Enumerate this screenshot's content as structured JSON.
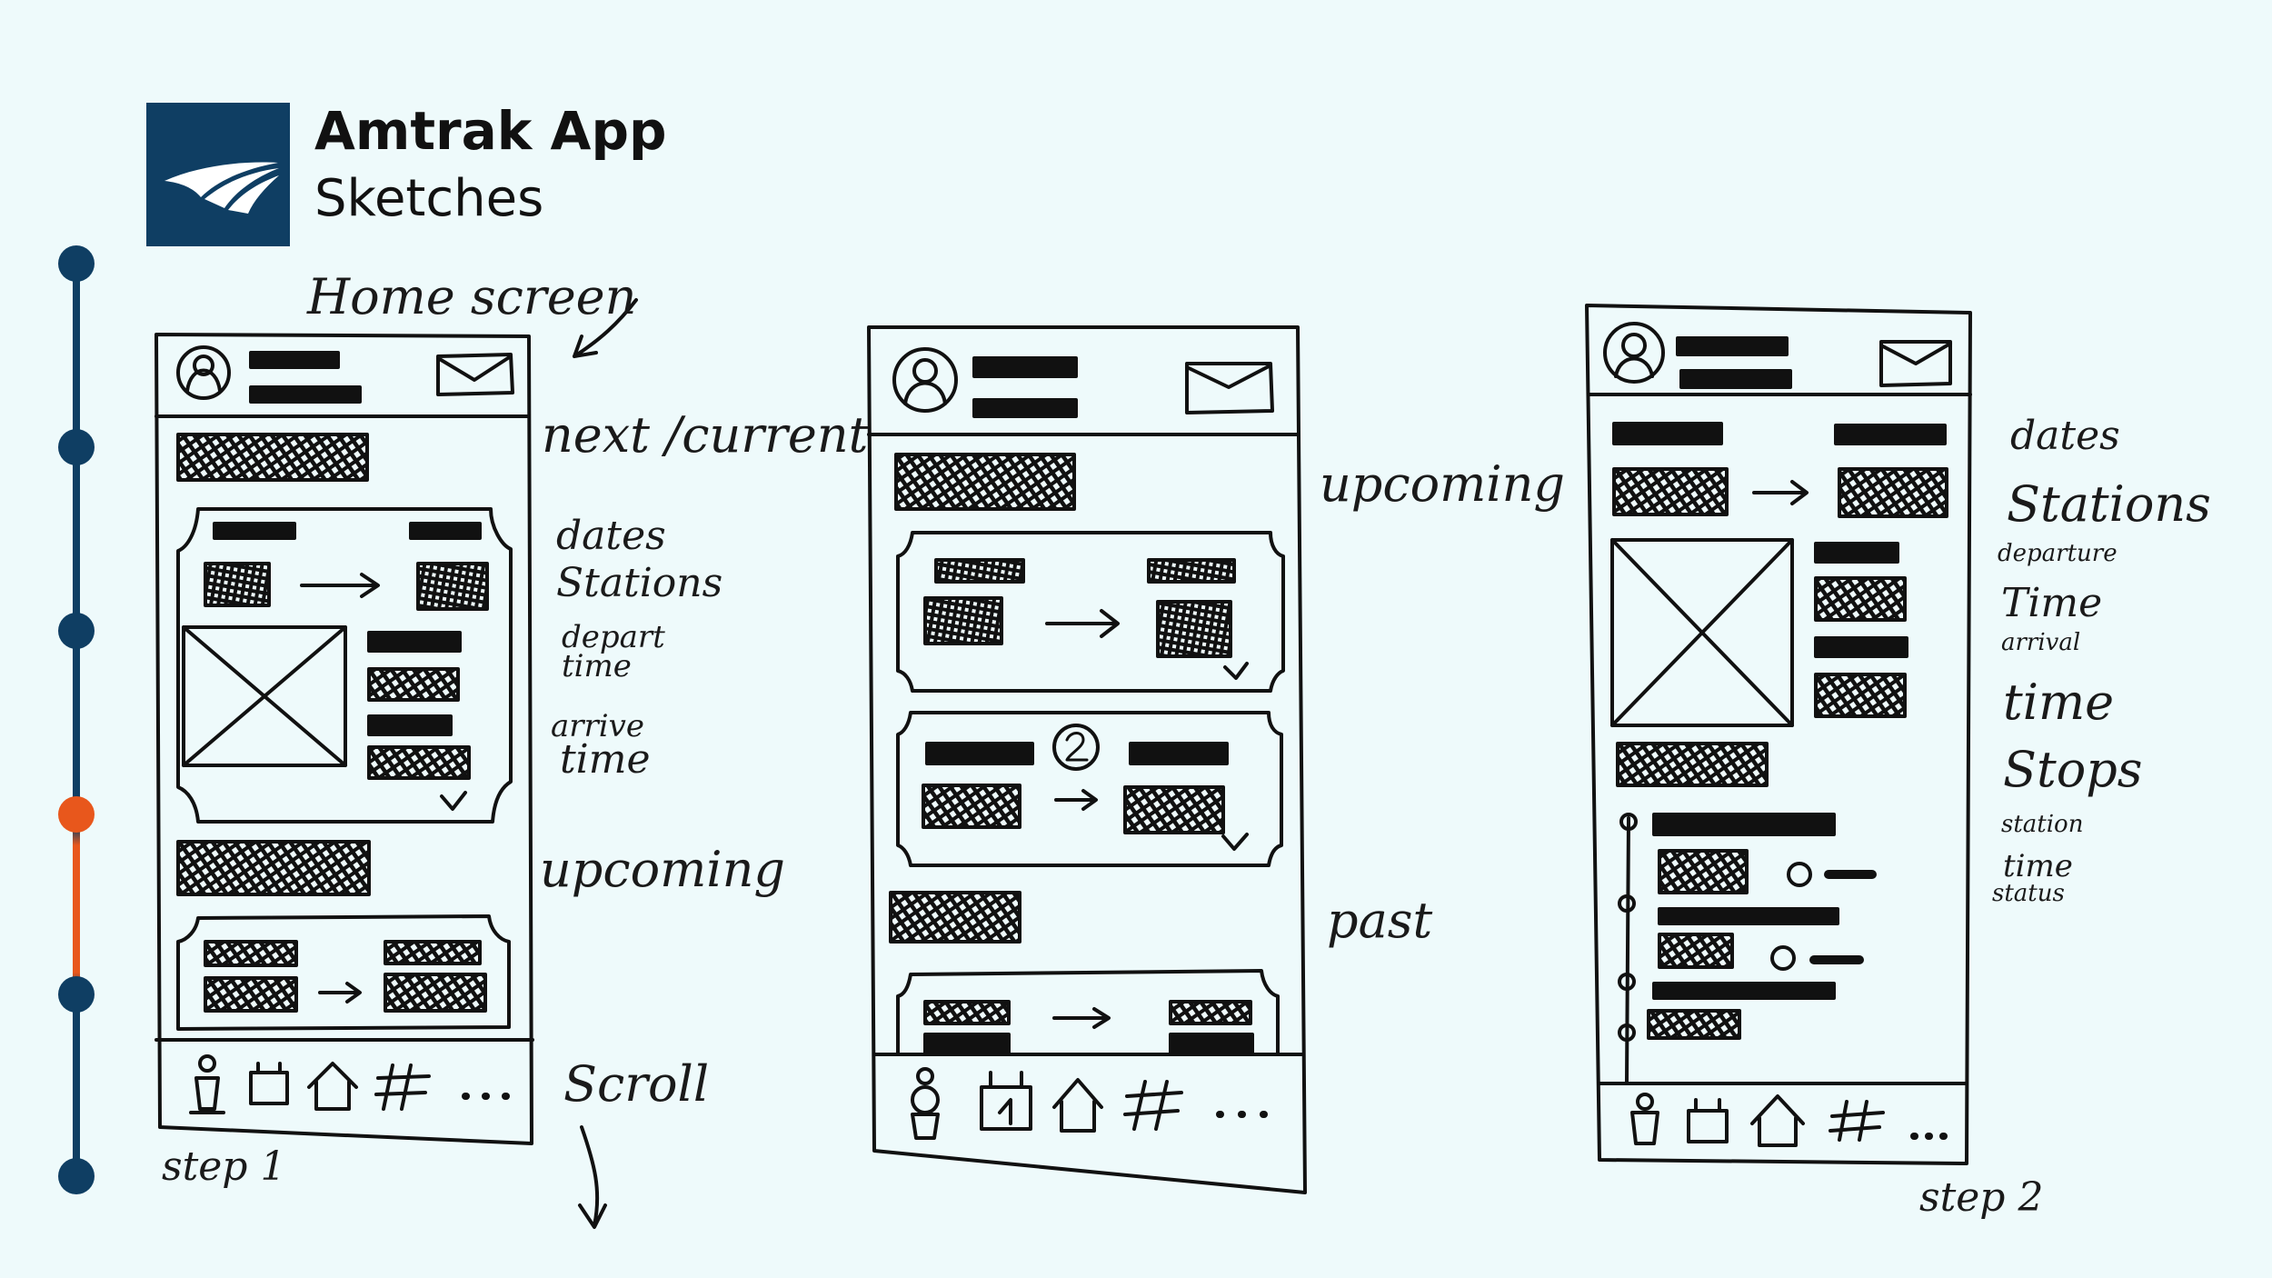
{
  "header": {
    "title": "Amtrak App",
    "subtitle": "Sketches"
  },
  "colors": {
    "background": "#eefafb",
    "brand": "#0f3e63",
    "active_step": "#e8571c",
    "ink": "#111111"
  },
  "timeline": {
    "steps": 6,
    "active_step": 4
  },
  "annotations": {
    "sketch1": {
      "heading": "Home screen",
      "next": "next /current",
      "dates": "dates",
      "stations": "Stations",
      "depart_time_1": "depart",
      "depart_time_2": "time",
      "arrive_time_1": "arrive",
      "arrive_time_2": "time",
      "upcoming": "upcoming",
      "scroll": "Scroll",
      "step": "step 1"
    },
    "sketch2": {
      "upcoming": "upcoming",
      "past": "past"
    },
    "sketch3": {
      "dates": "dates",
      "stations": "Stations",
      "departure": "departure",
      "time_1": "Time",
      "arrival": "arrival",
      "time_2": "time",
      "stops": "Stops",
      "station": "station",
      "time_3": "time",
      "status": "status",
      "step": "step 2"
    }
  },
  "icons": {
    "logo": "amtrak-logo-icon",
    "profile": "profile-icon",
    "mail": "mail-icon",
    "train": "train-icon",
    "ticket": "ticket-icon",
    "home": "home-icon",
    "hashtag": "hashtag-icon",
    "more": "more-icon"
  }
}
